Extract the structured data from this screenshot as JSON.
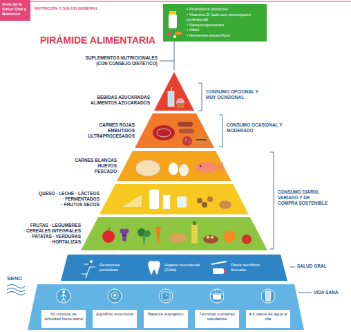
{
  "diagram": {
    "title": "PIRÁMIDE ALIMENTARIA",
    "nodes": [
      {
        "text": [
          "Guía de la Salud Oral y Nutrición"
        ]
      },
      {
        "text": [
          "• Probióticos (bióticos)",
          "• Vitamina D (solo con prescripción profesional)",
          "• Nanocomponentes",
          "• Xilitol",
          "• Nutrientes específicos"
        ]
      },
      {
        "text": [
          "BEBIDAS AZUCARADAS",
          "ALIMENTOS AZUCARADOS"
        ]
      },
      {
        "text": [
          "CARNES ROJAS",
          "EMBUTIDOS",
          "ULTRAPROCESADOS"
        ]
      },
      {
        "text": [
          "CARNES BLANCAS",
          "HUEVOS",
          "PESCADO"
        ]
      },
      {
        "text": [
          "QUESO · LECHE · LÁCTEOS",
          "· FERMENTADOS",
          "· FRUTOS SECOS"
        ]
      },
      {
        "text": [
          "FRUTAS · LEGUMBRES",
          "· CEREALES INTEGRALES",
          "· PATATAS · VERDURAS",
          "· HORTALIZAS"
        ]
      },
      {
        "text": [
          "Revisiones periódicas",
          "Higiene bucodental (2/día)",
          "Pasta dentífrica fluorada",
          "SALUD ORAL"
        ]
      },
      {
        "text": [
          "VIDA SANA"
        ]
      },
      {
        "text": [
          "60 minutos de actividad física diaria"
        ],
        "in": 8
      },
      {
        "text": [
          "Equilibrio emocional"
        ],
        "in": 8
      },
      {
        "text": [
          "Balance energético"
        ],
        "in": 8
      },
      {
        "text": [
          "Técnicas culinarias saludables"
        ],
        "in": 8
      },
      {
        "text": [
          "4-6 vasos de agua al día"
        ],
        "in": 8
      }
    ],
    "labels": [
      "NUTRICIÓN Y SALUD GENERAL",
      "SUPLEMENTOS NUTRICIONALES (CON CONSEJO DIETÉTICO)",
      "CONSUMO OPCIONAL Y MUY OCASIONAL",
      "CONSUMO OCASIONAL Y MODERADO",
      "CONSUMO DIARIO, VARIADO Y DE COMPRA SOSTENIBLE",
      "SENC"
    ]
  }
}
